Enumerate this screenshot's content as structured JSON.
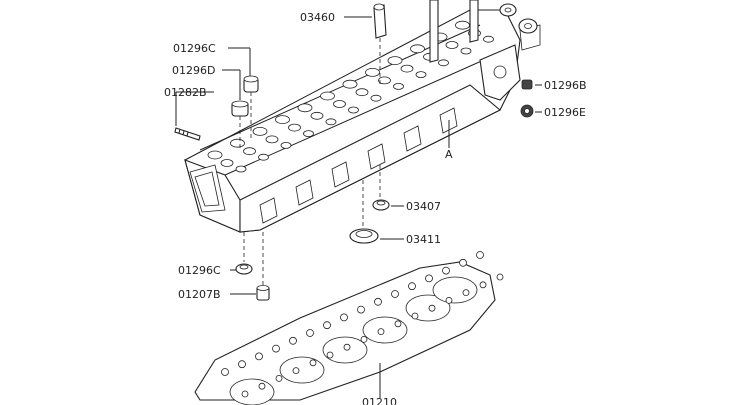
{
  "labels": {
    "p03460": "03460",
    "p01296C_top": "01296C",
    "p01296D": "01296D",
    "p01282B": "01282B",
    "p01296B": "01296B",
    "p01296E": "01296E",
    "pA": "A",
    "p03407": "03407",
    "p03411": "03411",
    "p01296C_bottom": "01296C",
    "p01207B": "01207B",
    "p_gasket_partial": "01210"
  }
}
